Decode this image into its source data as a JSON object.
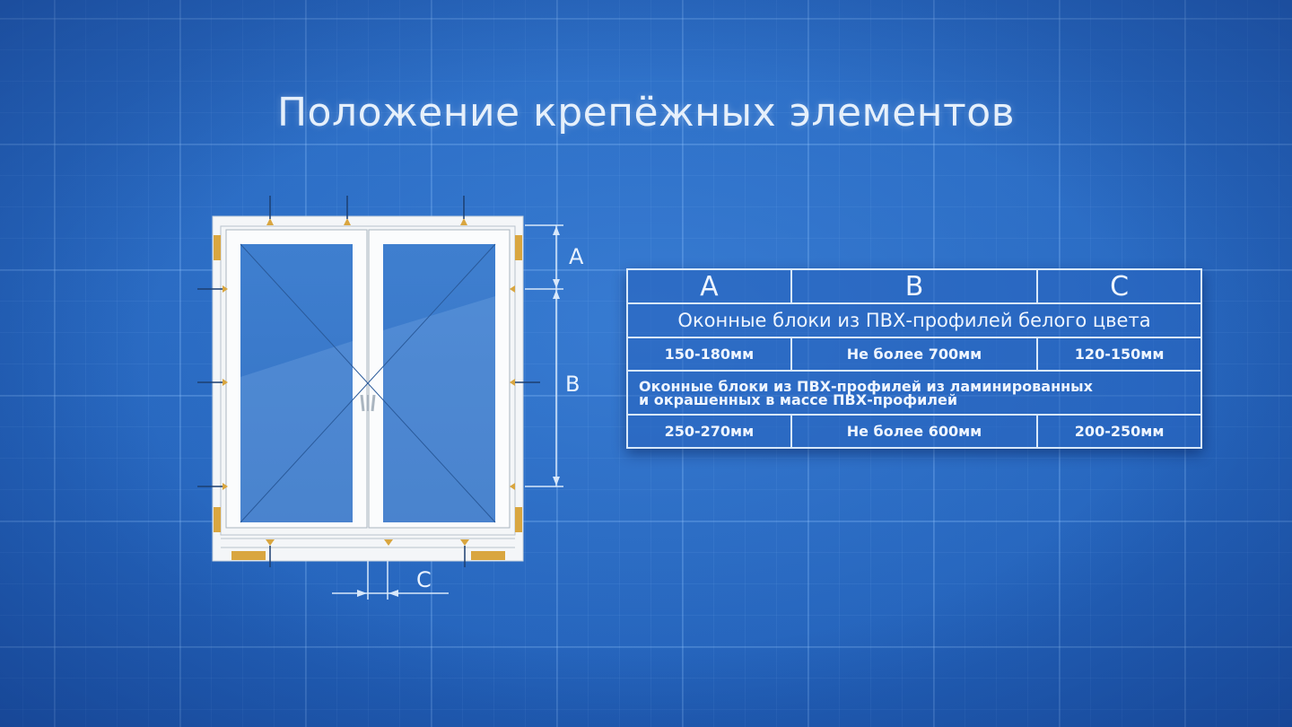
{
  "title": "Положение крепёжных элементов",
  "diagram": {
    "labels": {
      "a": "A",
      "b": "B",
      "c": "C"
    }
  },
  "table": {
    "headers": [
      "A",
      "B",
      "C"
    ],
    "sections": [
      {
        "title": "Оконные блоки из ПВХ-профилей белого цвета",
        "values": [
          "150-180мм",
          "Не более 700мм",
          "120-150мм"
        ]
      },
      {
        "title_line1": "Оконные блоки из ПВХ-профилей из ламинированных",
        "title_line2": "и окрашенных в массе ПВХ-профилей",
        "values": [
          "250-270мм",
          "Не более 600мм",
          "200-250мм"
        ]
      }
    ]
  },
  "colors": {
    "background": "#2664bc",
    "frame": "#f4f6f8",
    "fastener": "#d9a640"
  }
}
